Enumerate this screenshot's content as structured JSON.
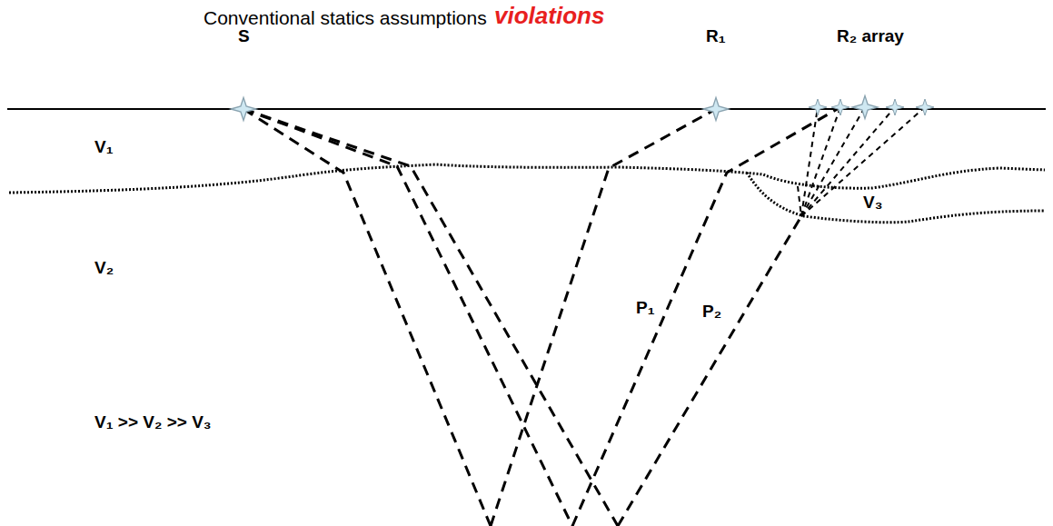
{
  "diagram": {
    "title": "Conventional statics assumptions",
    "labels": [
      "violations",
      "S",
      "R₁",
      "R₂ array",
      "V₁",
      "V₂",
      "V₃",
      "P₁",
      "P₂",
      "V₁ >> V₂ >> V₃"
    ]
  }
}
